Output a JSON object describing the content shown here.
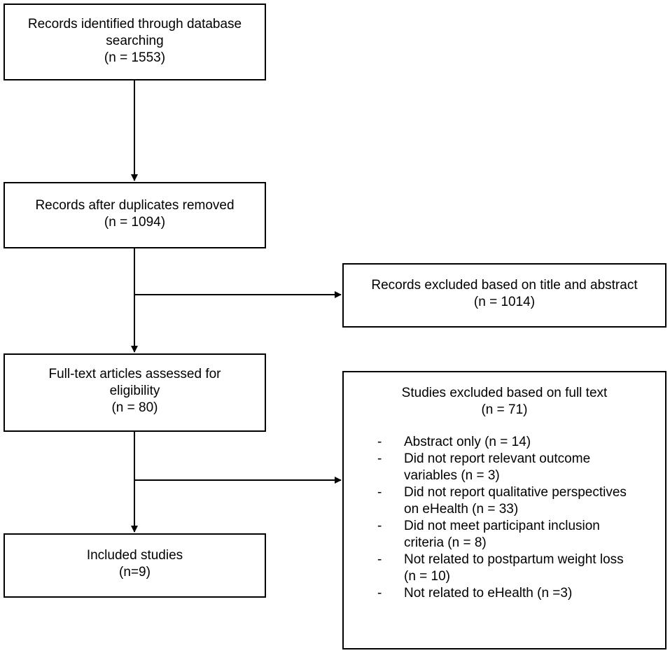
{
  "boxes": {
    "identified": {
      "line1": "Records identified through database",
      "line2": "searching",
      "count": "(n = 1553)"
    },
    "after_duplicates": {
      "line1": "Records after duplicates removed",
      "count": "(n = 1094)"
    },
    "excluded_title_abstract": {
      "line1": "Records excluded based on title and abstract",
      "count": "(n = 1014)"
    },
    "full_text": {
      "line1": "Full-text articles assessed for",
      "line2": "eligibility",
      "count": "(n = 80)"
    },
    "excluded_full_text": {
      "title": "Studies excluded based on full text",
      "count": "(n = 71)",
      "items": [
        {
          "dash": "-",
          "line1": "Abstract only (n = 14)"
        },
        {
          "dash": "-",
          "line1": "Did not report relevant outcome",
          "line2": "variables (n = 3)"
        },
        {
          "dash": "-",
          "line1": "Did not report qualitative perspectives",
          "line2": "on eHealth (n = 33)"
        },
        {
          "dash": "-",
          "line1": "Did not meet participant inclusion",
          "line2": "criteria (n = 8)"
        },
        {
          "dash": "-",
          "line1": "Not related to postpartum weight loss",
          "line2": "(n = 10)"
        },
        {
          "dash": "-",
          "line1": "Not related to eHealth (n =3)"
        }
      ]
    },
    "included": {
      "line1": "Included studies",
      "count": "(n=9)"
    }
  }
}
